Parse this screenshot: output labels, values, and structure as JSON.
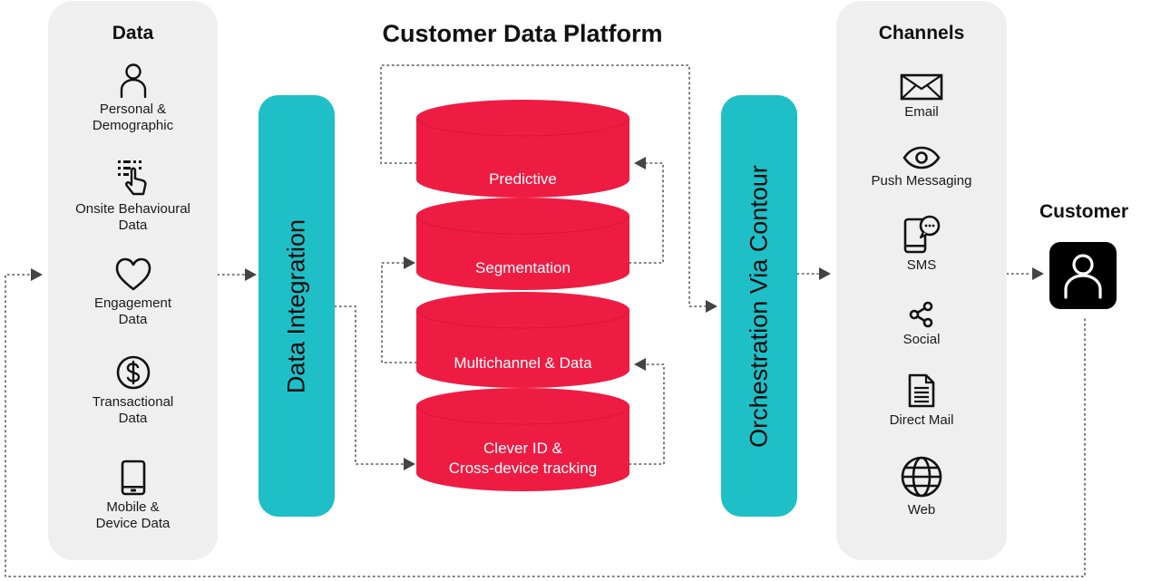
{
  "title": "Customer Data Platform",
  "data_panel": {
    "title": "Data",
    "items": [
      {
        "label_1": "Personal &",
        "label_2": "Demographic",
        "icon": "person-icon"
      },
      {
        "label_1": "Onsite Behavioural",
        "label_2": "Data",
        "icon": "touch-icon"
      },
      {
        "label_1": "Engagement",
        "label_2": "Data",
        "icon": "heart-icon"
      },
      {
        "label_1": "Transactional",
        "label_2": "Data",
        "icon": "dollar-icon"
      },
      {
        "label_1": "Mobile &",
        "label_2": "Device Data",
        "icon": "mobile-icon"
      }
    ]
  },
  "data_integration": {
    "label": "Data Integration"
  },
  "cdp_layers": [
    {
      "label_1": "Predictive"
    },
    {
      "label_1": "Segmentation"
    },
    {
      "label_1": "Multichannel & Data"
    },
    {
      "label_1": "Clever ID &",
      "label_2": "Cross-device tracking"
    }
  ],
  "orchestration": {
    "label": "Orchestration Via Contour"
  },
  "channels_panel": {
    "title": "Channels",
    "items": [
      {
        "label": "Email",
        "icon": "envelope-icon"
      },
      {
        "label": "Push Messaging",
        "icon": "eye-icon"
      },
      {
        "label": "SMS",
        "icon": "phone-chat-icon"
      },
      {
        "label": "Social",
        "icon": "share-icon"
      },
      {
        "label": "Direct Mail",
        "icon": "document-icon"
      },
      {
        "label": "Web",
        "icon": "globe-icon"
      }
    ]
  },
  "customer": {
    "title": "Customer",
    "icon": "customer-avatar-icon"
  },
  "colors": {
    "panel_bg": "#efefef",
    "accent_teal": "#1ebfc7",
    "cylinder_red": "#ee1c43",
    "cylinder_edge": "#d8163a",
    "text": "#111111"
  }
}
